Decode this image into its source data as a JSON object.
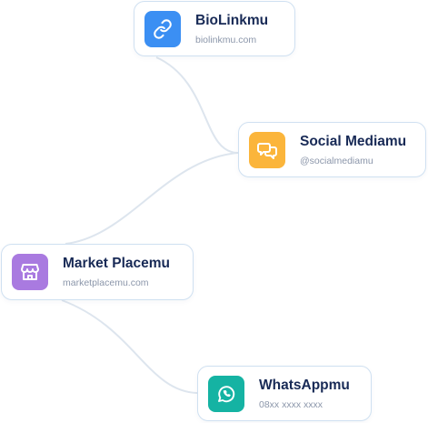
{
  "nodes": {
    "biolink": {
      "title": "BioLinkmu",
      "subtitle": "biolinkmu.com",
      "icon": "link-icon",
      "color": "#3b8ff3"
    },
    "social": {
      "title": "Social Mediamu",
      "subtitle": "@socialmediamu",
      "icon": "chat-bubbles-icon",
      "color": "#fbb53b"
    },
    "market": {
      "title": "Market Placemu",
      "subtitle": "marketplacemu.com",
      "icon": "storefront-icon",
      "color": "#a97ae0"
    },
    "whatsapp": {
      "title": "WhatsAppmu",
      "subtitle": "08xx xxxx xxxx",
      "icon": "whatsapp-icon",
      "color": "#15b3a3"
    }
  },
  "connector_color": "#dde5ee"
}
